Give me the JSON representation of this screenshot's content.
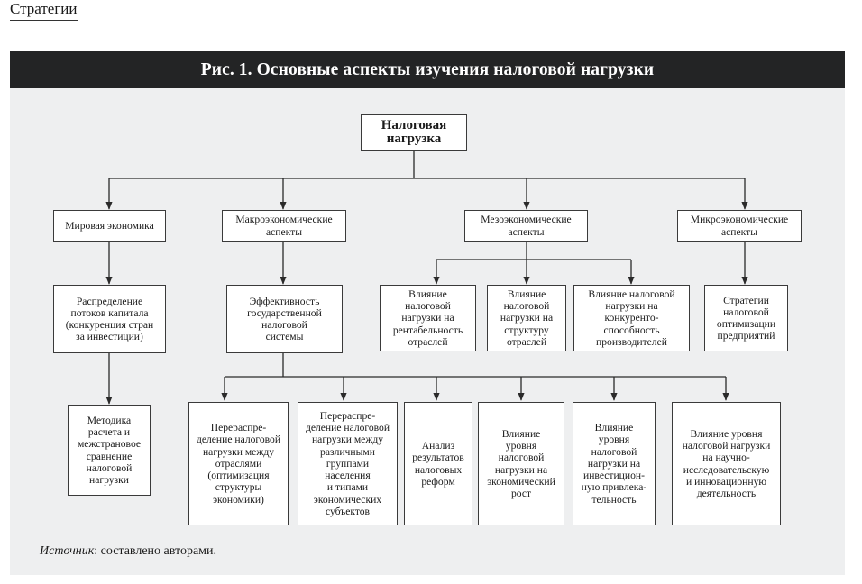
{
  "breadcrumb": "Стратегии",
  "figure": {
    "title": "Рис. 1. Основные аспекты изучения налоговой нагрузки",
    "root": "Налоговая\nнагрузка",
    "level1": {
      "world": "Мировая экономика",
      "macro": "Макроэкономические\nаспекты",
      "meso": "Мезоэкономические\nаспекты",
      "micro": "Микроэкономические\nаспекты"
    },
    "level2": {
      "capital_flows": "Распределение\nпотоков капитала\n(конкуренция стран\nза инвестиции)",
      "state_efficiency": "Эффективность\nгосударственной\nналоговой\nсистемы",
      "profitability": "Влияние\nналоговой\nнагрузки на\nрентабельность\nотраслей",
      "structure": "Влияние\nналоговой\nнагрузки на\nструктуру\nотраслей",
      "competitiveness": "Влияние налоговой\nнагрузки на\nконкуренто-\nспособность\nпроизводителей",
      "optimization": "Стратегии\nналоговой\nоптимизации\nпредприятий"
    },
    "level3": {
      "methodology": "Методика\nрасчета и\nмежстрановое\nсравнение\nналоговой\nнагрузки",
      "redistribution_structure": "Перераспре-\nделение налоговой\nнагрузки между\nотраслями\n(оптимизация\nструктуры\nэкономики)",
      "redistribution_groups": "Перераспре-\nделение налоговой\nнагрузки между\nразличными\nгруппами\nнаселения\nи типами\nэкономических\nсубъектов",
      "reform_analysis": "Анализ\nрезультатов\nналоговых\nреформ",
      "growth": "Влияние\nуровня\nналоговой\nнагрузки на\nэкономический\nрост",
      "investment": "Влияние\nуровня\nналоговой\nнагрузки на\nинвестицион-\nную привлека-\nтельность",
      "innovation": "Влияние уровня\nналоговой нагрузки\nна научно-\nисследовательскую\nи инновационную\nдеятельность"
    },
    "source_label": "Источник",
    "source_text": ": составлено авторами."
  }
}
